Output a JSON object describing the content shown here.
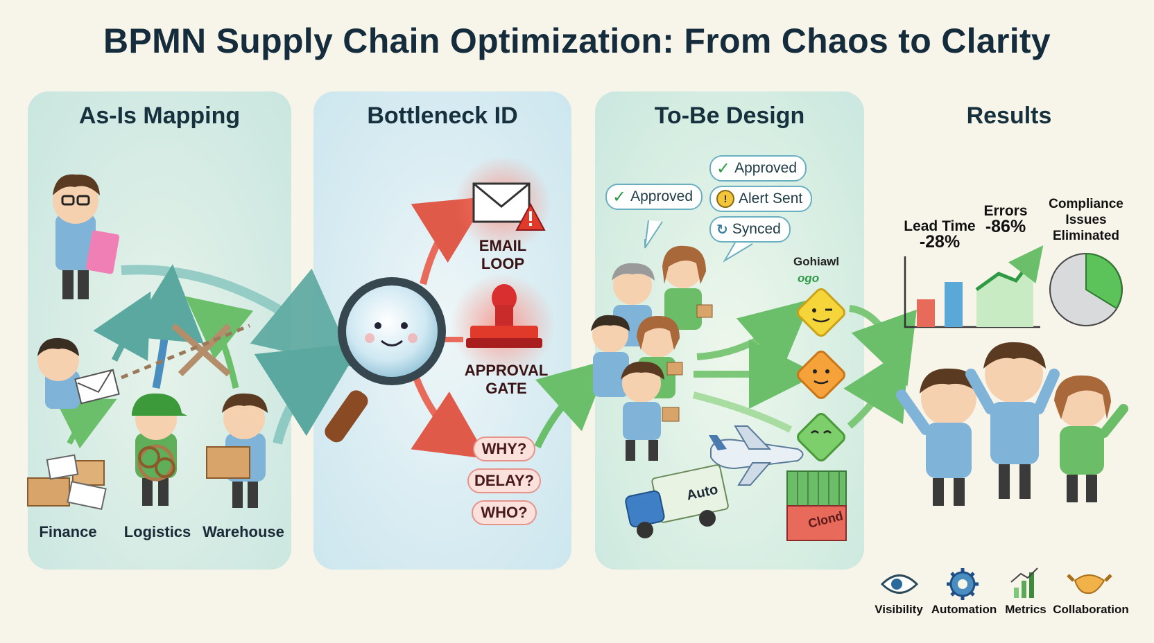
{
  "title": "BPMN Supply Chain Optimization: From Chaos to Clarity",
  "panels": [
    {
      "title": "As-Is Mapping"
    },
    {
      "title": "Bottleneck ID"
    },
    {
      "title": "To-Be Design"
    },
    {
      "title": "Results"
    }
  ],
  "as_is": {
    "departments": [
      "Finance",
      "Logistics",
      "Warehouse"
    ]
  },
  "bottlenecks": {
    "email_loop": "EMAIL LOOP",
    "approval_gate": "APPROVAL GATE",
    "questions": [
      "WHY?",
      "DELAY?",
      "WHO?"
    ]
  },
  "to_be": {
    "bubbles": [
      {
        "icon": "check-icon",
        "text": "Approved"
      },
      {
        "icon": "check-icon",
        "text": "Approved"
      },
      {
        "icon": "alert-icon",
        "text": "Alert Sent"
      },
      {
        "icon": "sync-icon",
        "text": "Synced"
      }
    ],
    "gateway_label": "Gohiawl",
    "gateway_sub": "ogo",
    "truck_label": "Auto",
    "cloud_label": "Clond"
  },
  "results": {
    "metrics": [
      {
        "label": "Lead Time",
        "value": "-28%"
      },
      {
        "label": "Errors",
        "value": "-86%"
      },
      {
        "label": "Compliance Issues Eliminated",
        "value": ""
      }
    ],
    "bar_values": [
      0.4,
      0.65
    ]
  },
  "icons": [
    {
      "name": "visibility-icon",
      "label": "Visibility"
    },
    {
      "name": "automation-icon",
      "label": "Automation"
    },
    {
      "name": "metrics-icon",
      "label": "Metrics"
    },
    {
      "name": "collaboration-icon",
      "label": "Collaboration"
    }
  ],
  "colors": {
    "title": "#142c3c",
    "green_accent": "#4caf50",
    "red_accent": "#e04a3a",
    "blue_accent": "#4a90b8"
  }
}
